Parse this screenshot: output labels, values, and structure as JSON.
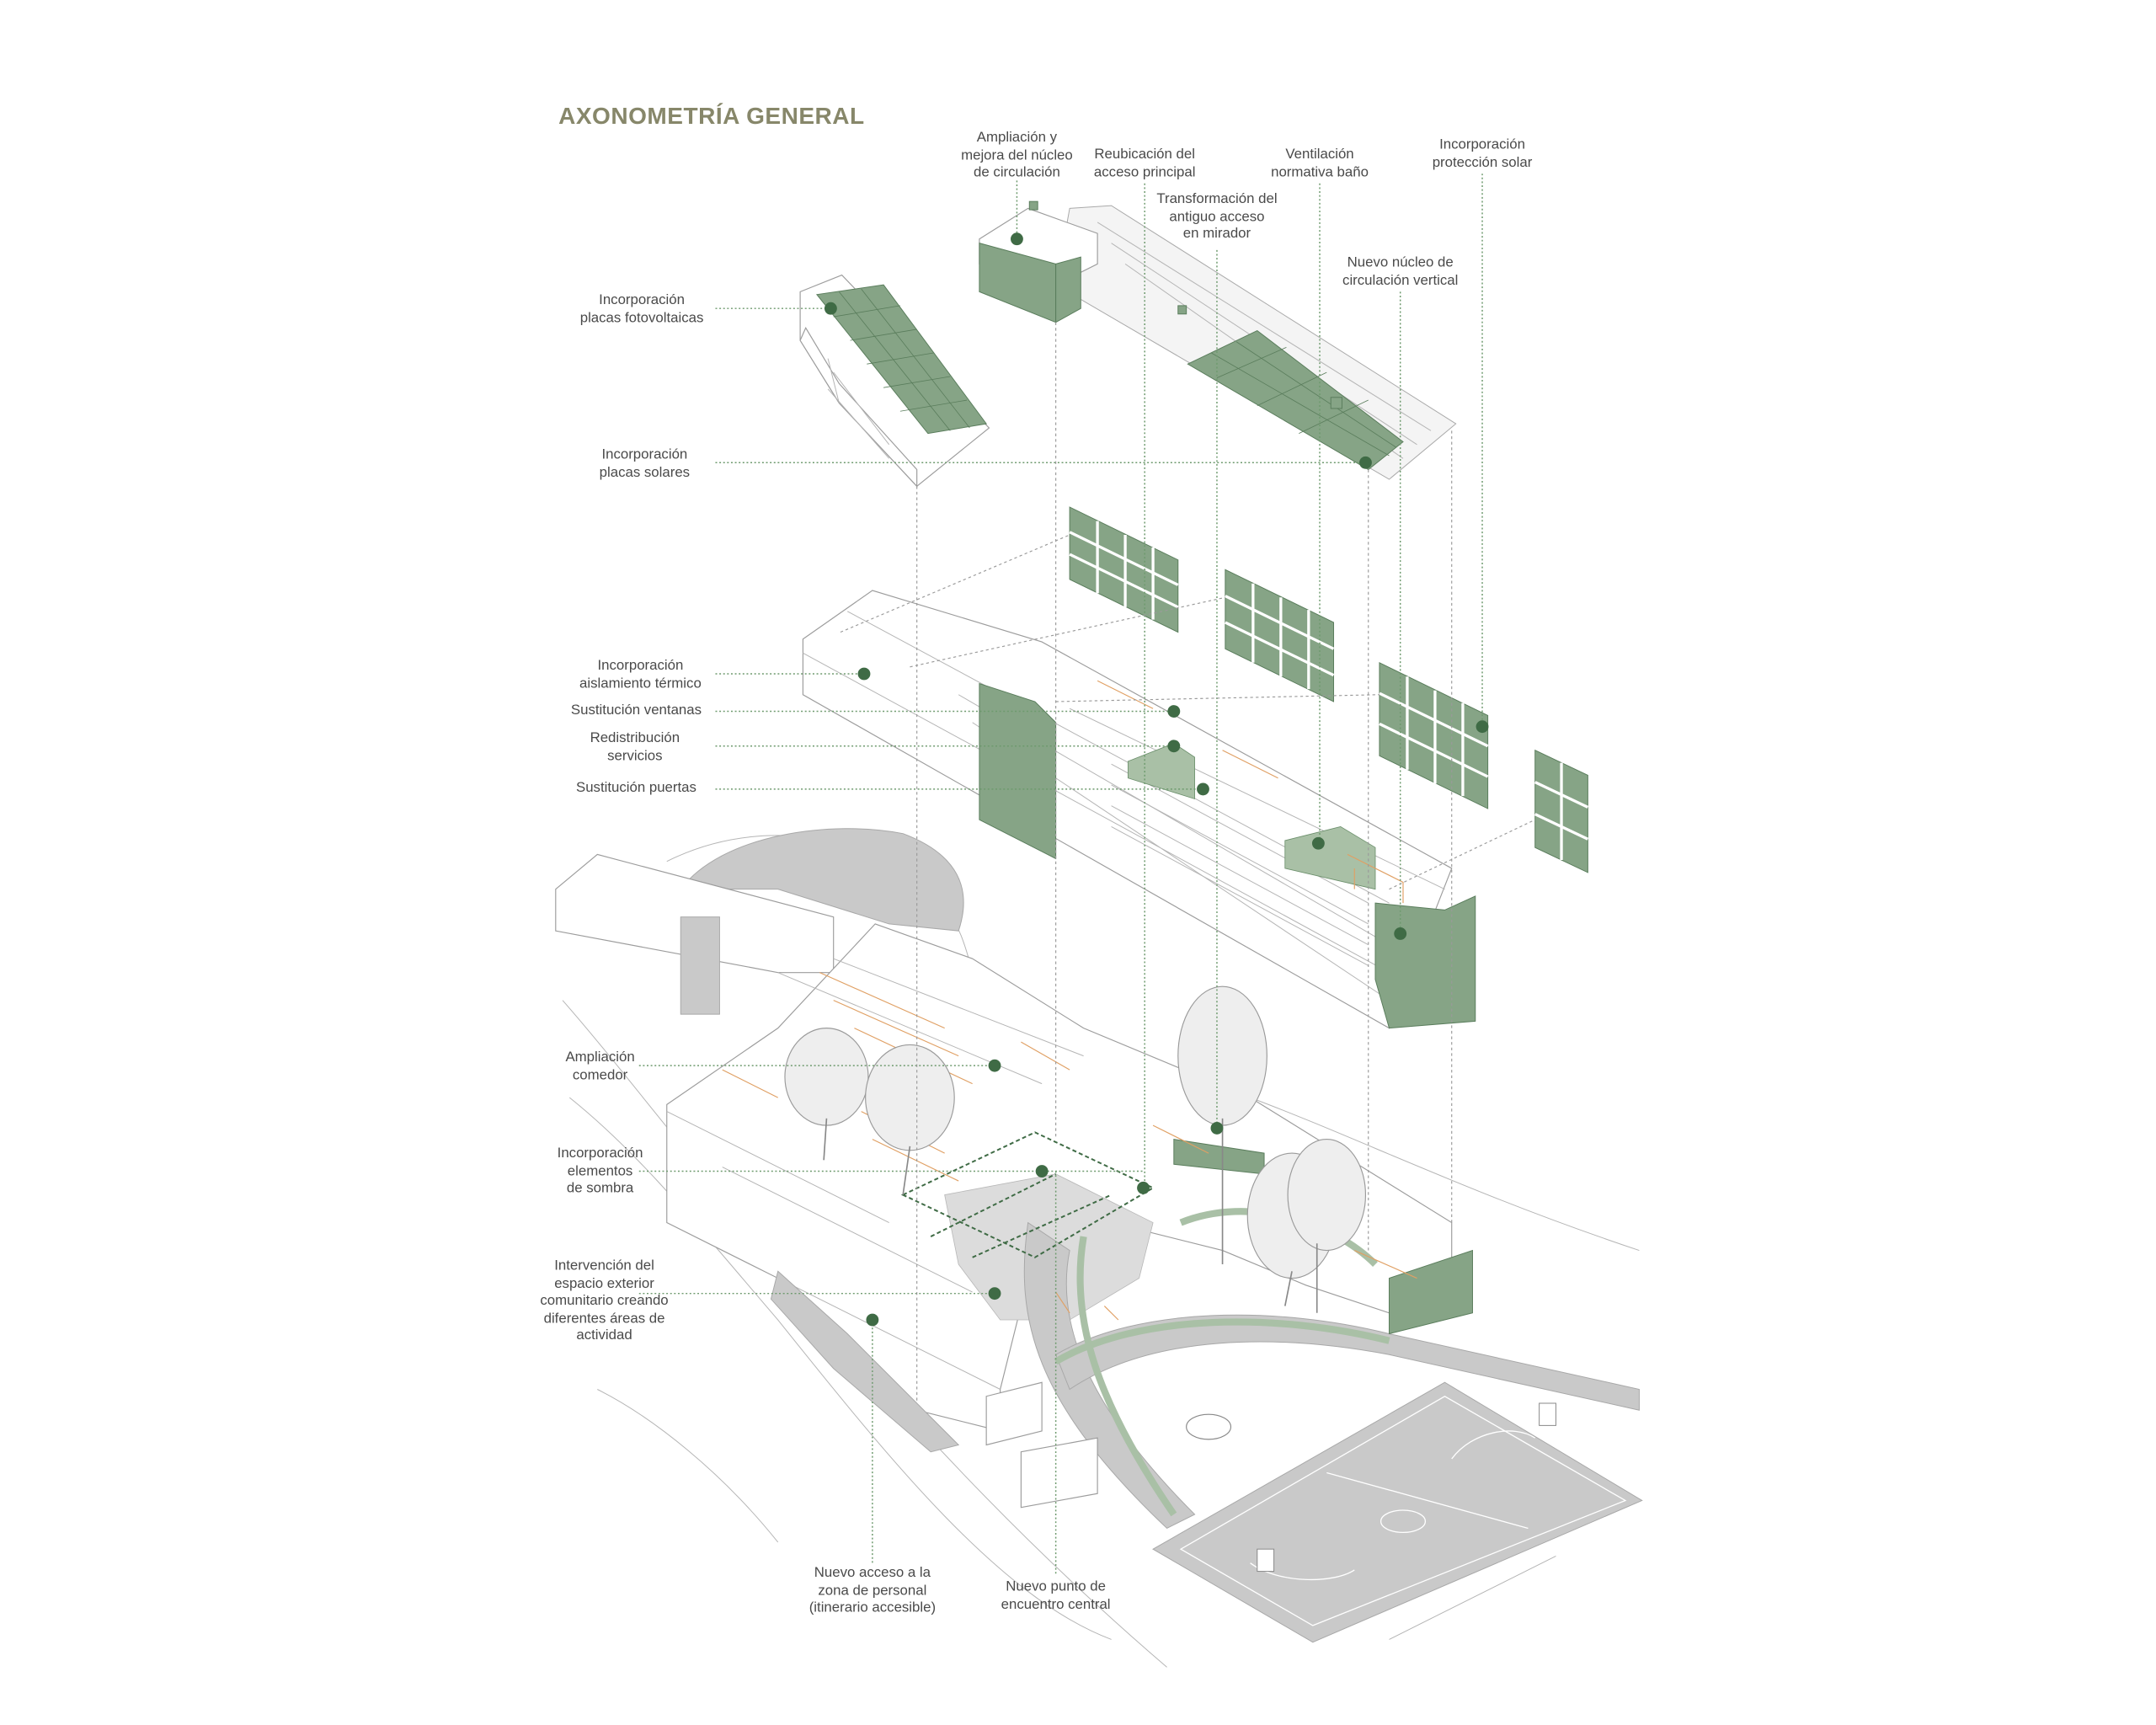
{
  "title": "AXONOMETRÍA GENERAL",
  "colors": {
    "accent_green": "#3f6b45",
    "panel_green": "#86a486",
    "title": "#87876a",
    "furniture_orange": "#e0a064",
    "paving_gray": "#c9c9c9"
  },
  "labels": {
    "nucleo_circulacion": "Ampliación y\nmejora del núcleo\nde circulación",
    "acceso_principal": "Reubicación del\nacceso principal",
    "mirador": "Transformación del\nantiguo acceso\nen mirador",
    "ventilacion": "Ventilación\nnormativa baño",
    "proteccion_solar": "Incorporación\nprotección solar",
    "nucleo_vertical": "Nuevo núcleo de\ncirculación vertical",
    "fotovoltaicas": "Incorporación\nplacas fotovoltaicas",
    "solares": "Incorporación\nplacas solares",
    "aislamiento": "Incorporación\naislamiento térmico",
    "ventanas": "Sustitución ventanas",
    "servicios": "Redistribución\nservicios",
    "puertas": "Sustitución puertas",
    "comedor": "Ampliación\ncomedor",
    "sombra": "Incorporación\nelementos\nde sombra",
    "exterior": "Intervención del\nespacio exterior\ncomunitario creando\ndiferentes áreas de\nactividad",
    "acceso_personal": "Nuevo acceso a la\nzona de personal\n(itinerario accesible)",
    "punto_encuentro": "Nuevo punto de\nencuentro central"
  }
}
